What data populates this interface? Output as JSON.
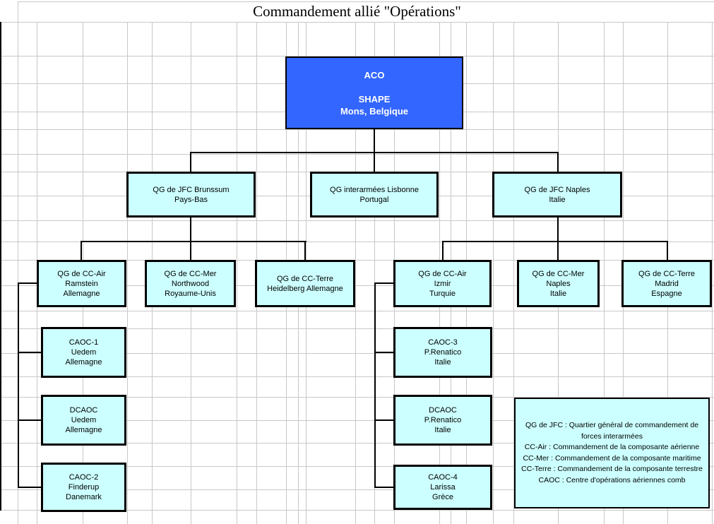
{
  "title": "Commandement allié \"Opérations\"",
  "colors": {
    "root_fill": "#3366ff",
    "node_fill": "#ccffff",
    "gridline": "#c8c8c8",
    "connector": "#000000"
  },
  "nodes": {
    "aco": {
      "label": "ACO\n\nSHAPE\nMons, Belgique"
    },
    "jfc_brunssum": {
      "label": "QG de JFC Brunssum\nPays-Bas"
    },
    "jfc_lisbonne": {
      "label": "QG interarmées Lisbonne\nPortugal"
    },
    "jfc_naples": {
      "label": "QG de JFC Naples\nItalie"
    },
    "cc_air_ramstein": {
      "label": "QG de CC-Air\nRamstein\nAllemagne"
    },
    "cc_mer_northwood": {
      "label": "QG de CC-Mer\nNorthwood\nRoyaume-Unis"
    },
    "cc_terre_heidelberg": {
      "label": "QG de CC-Terre\nHeidelberg Allemagne"
    },
    "cc_air_izmir": {
      "label": "QG de CC-Air\nIzmir\nTurquie"
    },
    "cc_mer_naples": {
      "label": "QG de CC-Mer\nNaples\nItalie"
    },
    "cc_terre_madrid": {
      "label": "QG de CC-Terre\nMadrid\nEspagne"
    },
    "caoc1": {
      "label": "CAOC-1\nUedem\nAllemagne"
    },
    "dcaoc_uedem": {
      "label": "DCAOC\nUedem\nAllemagne"
    },
    "caoc2": {
      "label": "CAOC-2\nFinderup\nDanemark"
    },
    "caoc3": {
      "label": "CAOC-3\nP.Renatico\nItalie"
    },
    "dcaoc_renatico": {
      "label": "DCAOC\nP.Renatico\nItalie"
    },
    "caoc4": {
      "label": "CAOC-4\nLarissa\nGrèce"
    }
  },
  "legend": {
    "lines": [
      "QG de JFC : Quartier général de commandement de",
      "forces interarmées",
      "CC-Air : Commandement de la composante aérienne",
      "CC-Mer : Commandement de la composante maritime",
      "CC-Terre : Commandement de la composante terrestre",
      "CAOC : Centre d'opérations aériennes comb"
    ]
  }
}
